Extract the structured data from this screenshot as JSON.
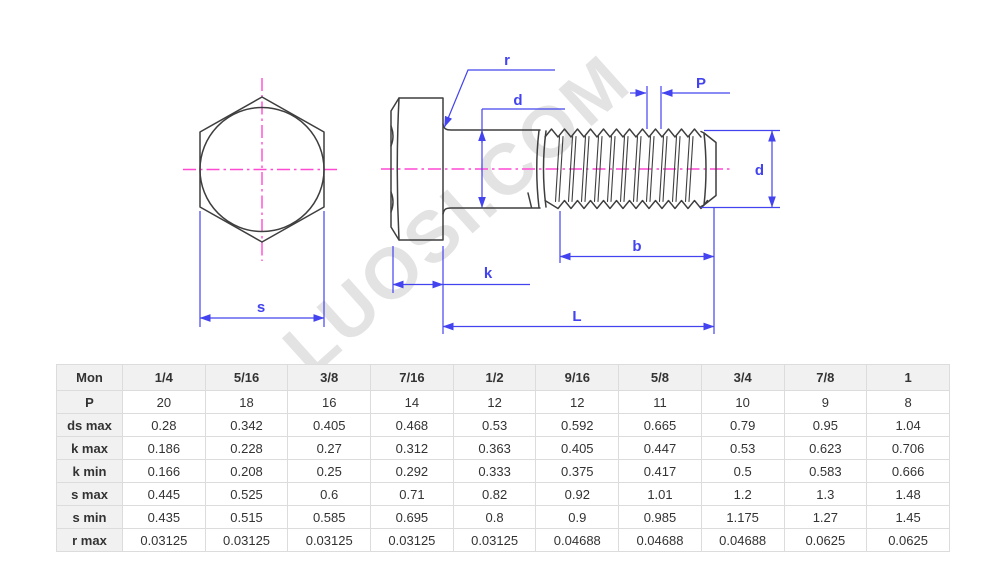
{
  "drawing": {
    "watermark": "LUOSI.COM",
    "labels": {
      "r": "r",
      "d": "d",
      "P": "P",
      "b": "b",
      "k": "k",
      "L": "L",
      "s": "s"
    },
    "colors": {
      "outline": "#3e3e3e",
      "dimension": "#4343ef",
      "centerline": "#ff4ad4"
    }
  },
  "table": {
    "header": [
      "Mon",
      "1/4",
      "5/16",
      "3/8",
      "7/16",
      "1/2",
      "9/16",
      "5/8",
      "3/4",
      "7/8",
      "1"
    ],
    "rows": [
      {
        "label": "P",
        "values": [
          "20",
          "18",
          "16",
          "14",
          "12",
          "12",
          "11",
          "10",
          "9",
          "8"
        ]
      },
      {
        "label": "ds max",
        "values": [
          "0.28",
          "0.342",
          "0.405",
          "0.468",
          "0.53",
          "0.592",
          "0.665",
          "0.79",
          "0.95",
          "1.04"
        ]
      },
      {
        "label": "k max",
        "values": [
          "0.186",
          "0.228",
          "0.27",
          "0.312",
          "0.363",
          "0.405",
          "0.447",
          "0.53",
          "0.623",
          "0.706"
        ]
      },
      {
        "label": "k min",
        "values": [
          "0.166",
          "0.208",
          "0.25",
          "0.292",
          "0.333",
          "0.375",
          "0.417",
          "0.5",
          "0.583",
          "0.666"
        ]
      },
      {
        "label": "s max",
        "values": [
          "0.445",
          "0.525",
          "0.6",
          "0.71",
          "0.82",
          "0.92",
          "1.01",
          "1.2",
          "1.3",
          "1.48"
        ]
      },
      {
        "label": "s min",
        "values": [
          "0.435",
          "0.515",
          "0.585",
          "0.695",
          "0.8",
          "0.9",
          "0.985",
          "1.175",
          "1.27",
          "1.45"
        ]
      },
      {
        "label": "r max",
        "values": [
          "0.03125",
          "0.03125",
          "0.03125",
          "0.03125",
          "0.03125",
          "0.04688",
          "0.04688",
          "0.04688",
          "0.0625",
          "0.0625"
        ]
      }
    ]
  }
}
